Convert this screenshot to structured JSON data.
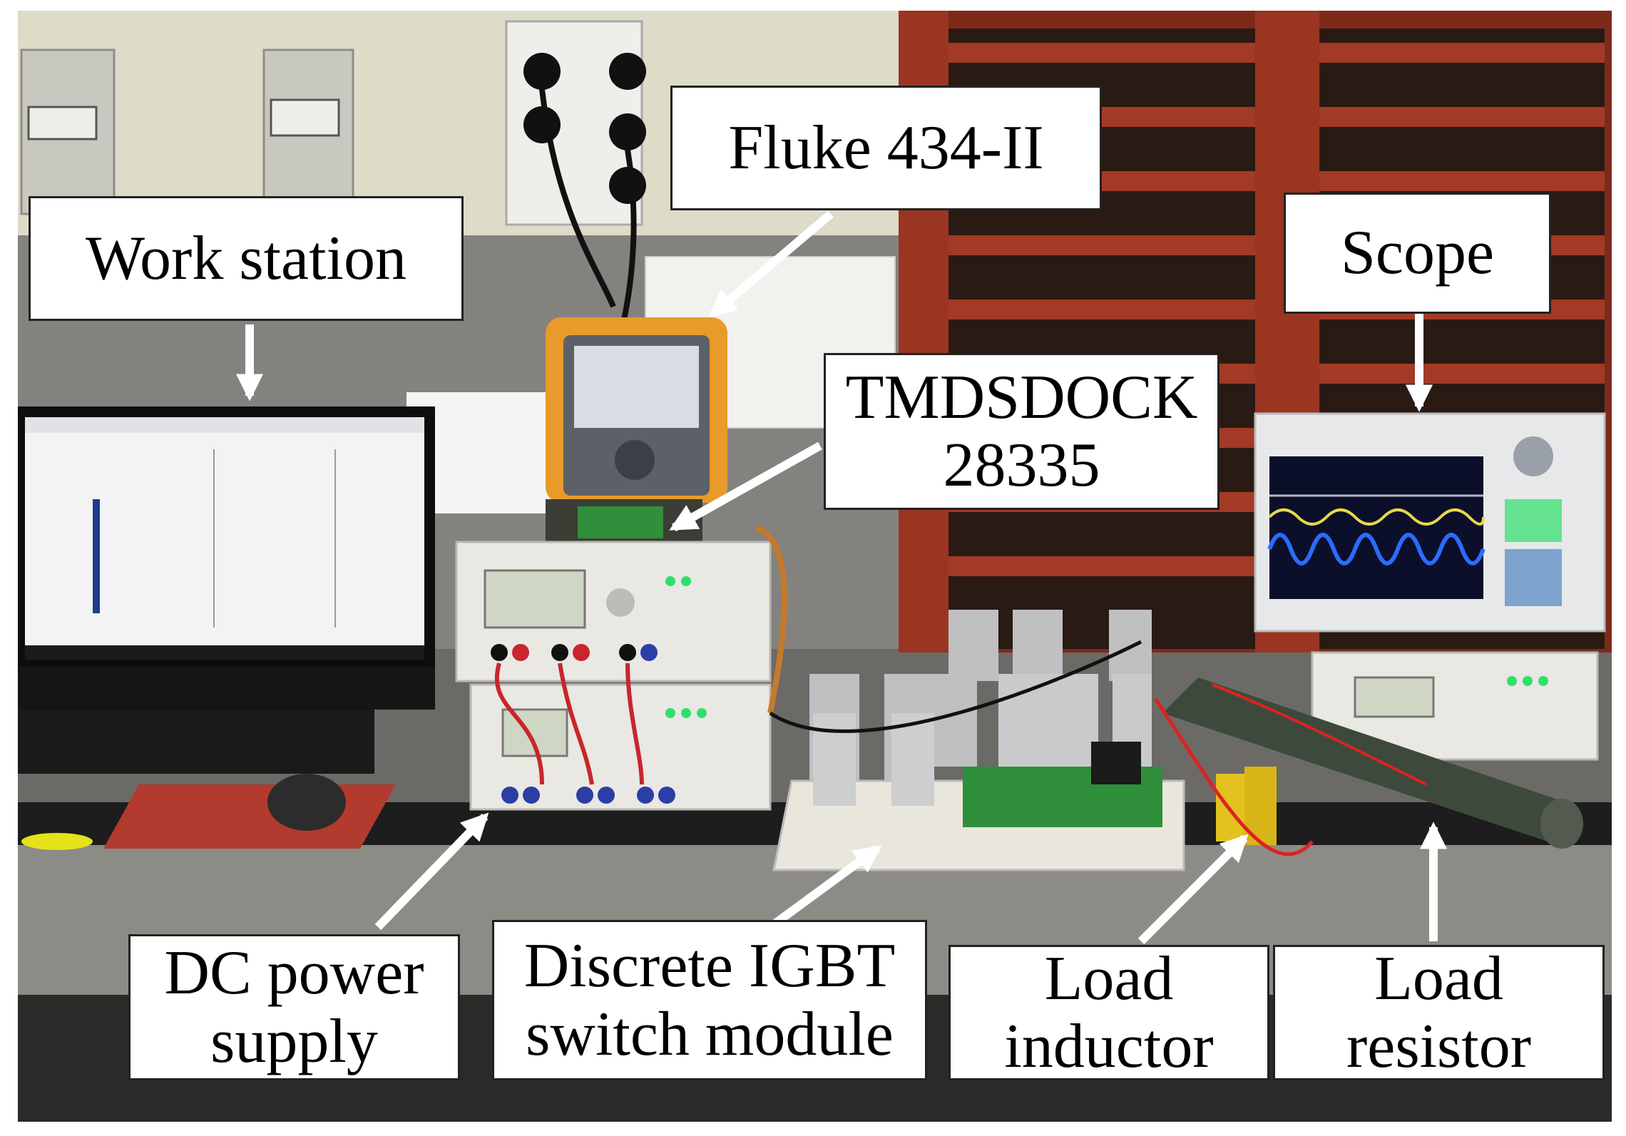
{
  "labels": {
    "work_station": "Work station",
    "fluke": "Fluke 434-II",
    "tmdsdock_line1": "TMDSDOCK",
    "tmdsdock_line2": "28335",
    "scope": "Scope",
    "dc_power_line1": "DC power",
    "dc_power_line2": "supply",
    "igbt_line1": "Discrete IGBT",
    "igbt_line2": "switch module",
    "inductor_line1": "Load",
    "inductor_line2": "inductor",
    "resistor_line1": "Load",
    "resistor_line2": "resistor"
  },
  "colors": {
    "arrow": "#ffffff",
    "pcb_green": "#2f8f3a",
    "scope_trace_blue": "#2a6cff",
    "scope_trace_yellow": "#e8d84a",
    "wall_red": "#8a2a1c"
  }
}
